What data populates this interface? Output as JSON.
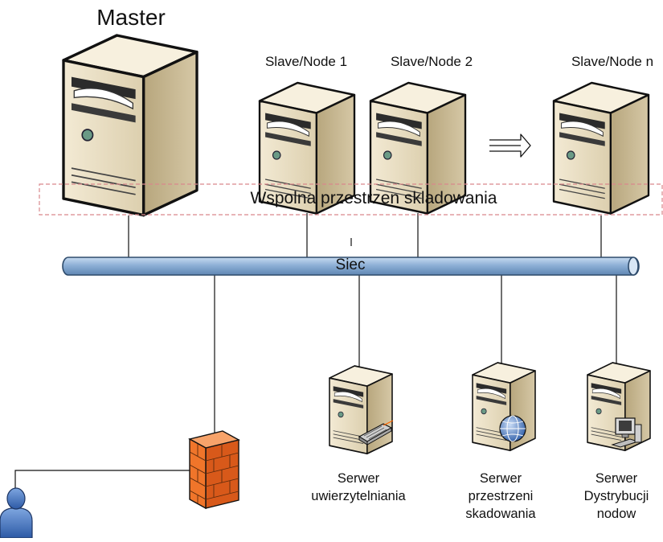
{
  "master": {
    "label": "Master"
  },
  "slaves": [
    {
      "label": "Slave/Node 1"
    },
    {
      "label": "Slave/Node 2"
    },
    {
      "label": "Slave/Node n"
    }
  ],
  "shared_storage": {
    "label": "Wspolna przestrzen skladowania"
  },
  "network": {
    "label": "Siec"
  },
  "servers": [
    {
      "line1": "Serwer",
      "line2": "uwierzytelniania",
      "line3": ""
    },
    {
      "line1": "Serwer",
      "line2": "przestrzeni",
      "line3": "skadowania"
    },
    {
      "line1": "Serwer",
      "line2": "Dystrybucji",
      "line3": "nodow"
    }
  ],
  "colors": {
    "tower_face": "#ede2c8",
    "tower_side": "#c3b38c",
    "tower_top": "#f7f0de",
    "bus_fill": "#8eb0d6",
    "bus_stroke": "#33506f",
    "firewall": "#f0752a",
    "user": "#4a78c2",
    "dashed_box": "#d9888c"
  },
  "icons": [
    "server-tower-icon",
    "firewall-icon",
    "user-icon",
    "globe-icon",
    "computer-icon",
    "keyboard-icon",
    "arrow-right-icon"
  ]
}
